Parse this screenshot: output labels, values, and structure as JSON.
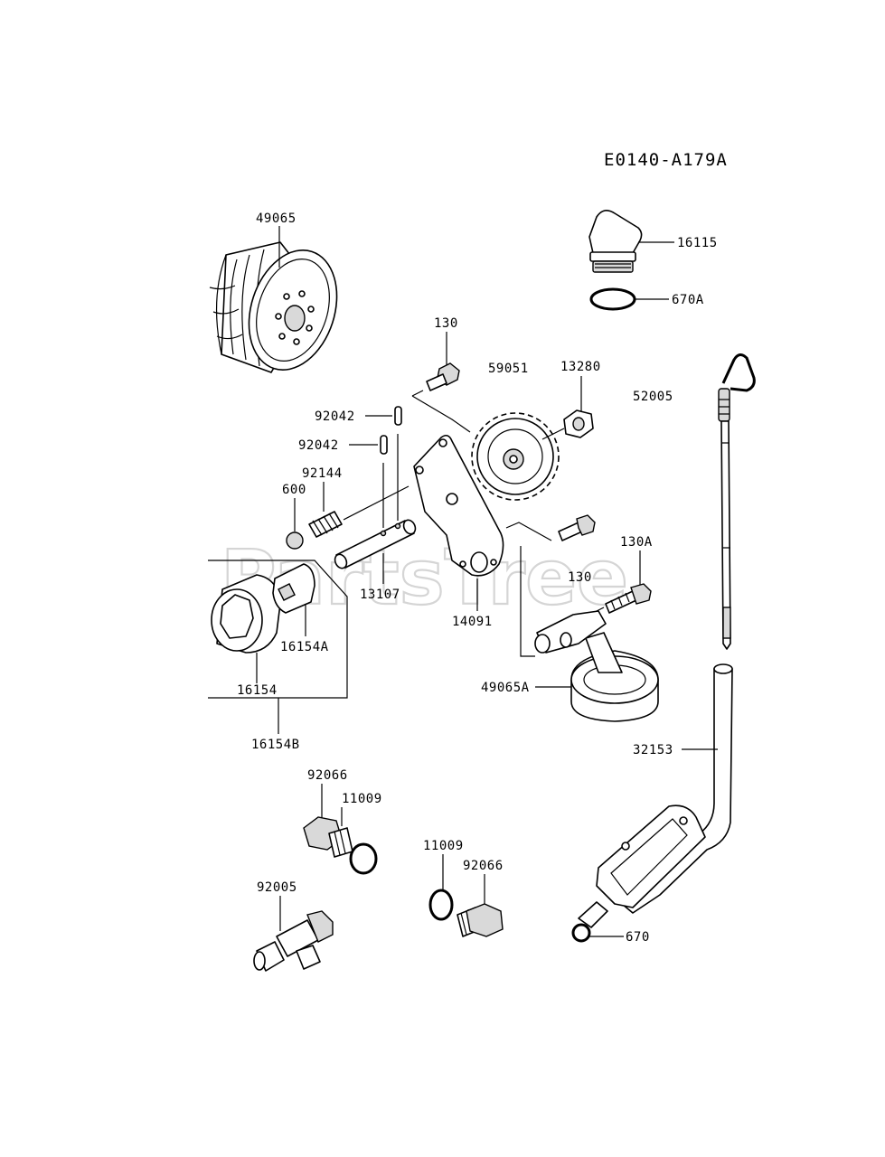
{
  "diagram_code": "E0140-A179A",
  "watermark": "PartsTree",
  "labels": {
    "p49065": "49065",
    "p16115": "16115",
    "p670A": "670A",
    "p130_top": "130",
    "p59051": "59051",
    "p13280": "13280",
    "p52005": "52005",
    "p92042_a": "92042",
    "p92042_b": "92042",
    "p92144": "92144",
    "p600": "600",
    "p13107": "13107",
    "p16154A": "16154A",
    "p14091": "14091",
    "p130A": "130A",
    "p130_mid": "130",
    "p49065A": "49065A",
    "p16154": "16154",
    "p16154B": "16154B",
    "p32153": "32153",
    "p92066_a": "92066",
    "p11009_a": "11009",
    "p11009_b": "11009",
    "p92066_b": "92066",
    "p92005": "92005",
    "p670": "670"
  }
}
